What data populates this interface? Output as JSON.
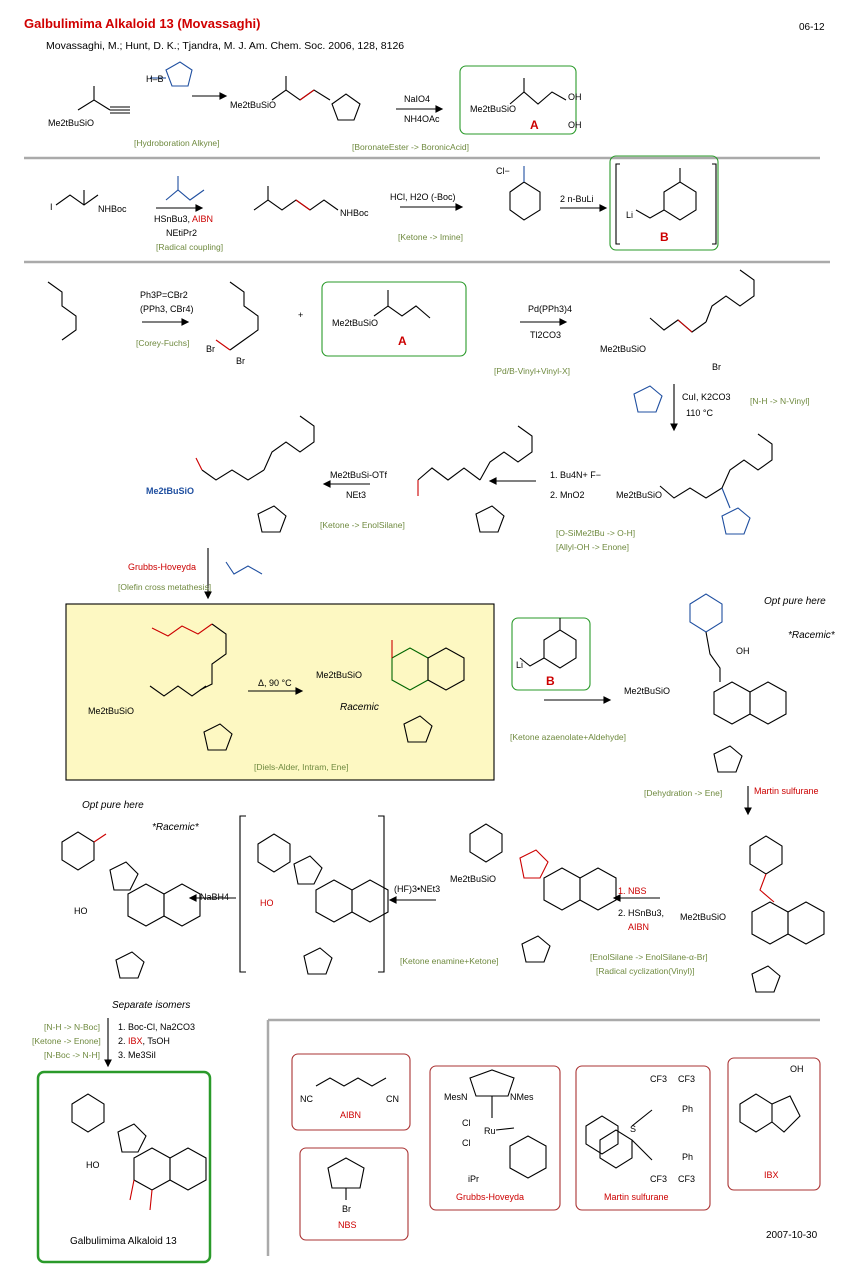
{
  "header": {
    "title": "Galbulimima Alkaloid 13 (Movassaghi)",
    "reference": "Movassaghi, M.; Hunt, D. K.; Tjandra, M. J. Am. Chem. Soc. 2006, 128, 8126",
    "code": "06-12",
    "date": "2007-10-30"
  },
  "section1": {
    "start_label": "Me2tBuSiO",
    "tag_hydroboration": "[Hydroboration  Alkyne]",
    "reagent_naio4": "NaIO4",
    "reagent_nh4oac": "NH4OAc",
    "tag_boronate": "[BoronateEster -> BoronicAcid]",
    "product_label": "Me2tBuSiO",
    "product_letter": "A",
    "oh1": "OH",
    "oh2": "OH",
    "b_label": "B"
  },
  "section2": {
    "nhboc": "NHBoc",
    "reagent1": "HSnBu3,",
    "reagent1_red": "AIBN",
    "reagent2": "NEtiPr2",
    "tag_radical": "[Radical coupling]",
    "nhboc2": "NHBoc",
    "reagent_hcl": "HCl, H2O (-Boc)",
    "tag_imine": "[Ketone -> Imine]",
    "cl": "Cl−",
    "nbuli": "2 n-BuLi",
    "li": "Li",
    "product_letter": "B"
  },
  "section3": {
    "reagent_cf1": "Ph3P=CBr2",
    "reagent_cf2": "(PPh3, CBr4)",
    "tag_cf": "[Corey-Fuchs]",
    "br1": "Br",
    "br2": "Br",
    "plus": "+",
    "a_label": "Me2tBuSiO",
    "a_letter": "A",
    "pd": "Pd(PPh3)4",
    "tl": "Tl2CO3",
    "tag_pd": "[Pd/B-Vinyl+Vinyl-X]",
    "prod_label": "Me2tBuSiO",
    "br3": "Br",
    "cui": "CuI, K2CO3",
    "temp": "110 °C",
    "tag_nh": "[N-H -> N-Vinyl]",
    "r_tbaf": "1. Bu4N+ F−",
    "r_mno2": "2. MnO2",
    "tag_osi1": "[O-SiMe2tBu -> O-H]",
    "tag_osi2": "[Allyl-OH -> Enone]",
    "r_tbs": "Me2tBuSi-OTf",
    "r_net": "NEt3",
    "tag_enol": "[Ketone -> EnolSilane]",
    "silyl_label": "Me2tBuSiO",
    "grubbs": "Grubbs-Hoveyda",
    "tag_ocm": "[Olefin cross metathesis]",
    "siO_mid": "Me2tBuSiO"
  },
  "section4": {
    "da_temp": "Δ, 90 °C",
    "siO_left": "Me2tBuSiO",
    "racemic": "Racemic",
    "siO_right": "Me2tBuSiO",
    "tag_da": "[Diels-Alder, Intram, Ene]",
    "li": "Li",
    "b_letter": "B",
    "tag_aza": "[Ketone azaenolate+Aldehyde]",
    "opt_pure": "Opt pure here",
    "racemic_star": "*Racemic*",
    "oh": "OH",
    "siO_prod": "Me2tBuSiO",
    "tag_dehyd": "[Dehydration -> Ene]",
    "martin": "Martin sulfurane"
  },
  "section5": {
    "opt_pure": "Opt pure here",
    "racemic_star": "*Racemic*",
    "ho": "HO",
    "nabh4": "NaBH4",
    "separate": "Separate isomers",
    "ho2": "HO",
    "hf": "(HF)3•NEt3",
    "tag_enamine": "[Ketone enamine+Ketone]",
    "siO": "Me2tBuSiO",
    "r_nbs": "1. NBS",
    "r_hsn": "2. HSnBu3,",
    "r_aibn": "AIBN",
    "tag_enolbr": "[EnolSilane -> EnolSilane-α-Br]",
    "tag_radcyc": "[Radical cyclization(Vinyl)]",
    "siO2": "Me2tBuSiO"
  },
  "section6": {
    "tag1": "[N-H -> N-Boc]",
    "tag2": "[Ketone -> Enone]",
    "tag3": "[N-Boc -> N-H]",
    "step1": "1. Boc-Cl, Na2CO3",
    "step2a": "2. ",
    "step2b": "IBX",
    "step2c": ", TsOH",
    "step3": "3. Me3SiI",
    "ho": "HO",
    "final_name": "Galbulimima Alkaloid 13",
    "aibn": "AIBN",
    "nbs": "NBS",
    "grubbs": "Grubbs-Hoveyda",
    "martin": "Martin sulfurane",
    "ibx": "IBX",
    "nc1": "NC",
    "cn1": "CN",
    "mes1": "MesN",
    "mes2": "NMes",
    "cl1": "Cl",
    "cl2": "Cl",
    "ru": "Ru",
    "ipr": "iPr",
    "cf3": "CF3",
    "ph": "Ph",
    "s": "S",
    "br": "Br",
    "oh_ibx": "OH"
  },
  "colors": {
    "title_red": "#d00000",
    "tag_green": "#6f8a3f",
    "box_green": "#2a9a2a",
    "box_red": "#a33",
    "highlight_yellow": "#fdf8c2",
    "bond_blue": "#1f4fa0"
  }
}
